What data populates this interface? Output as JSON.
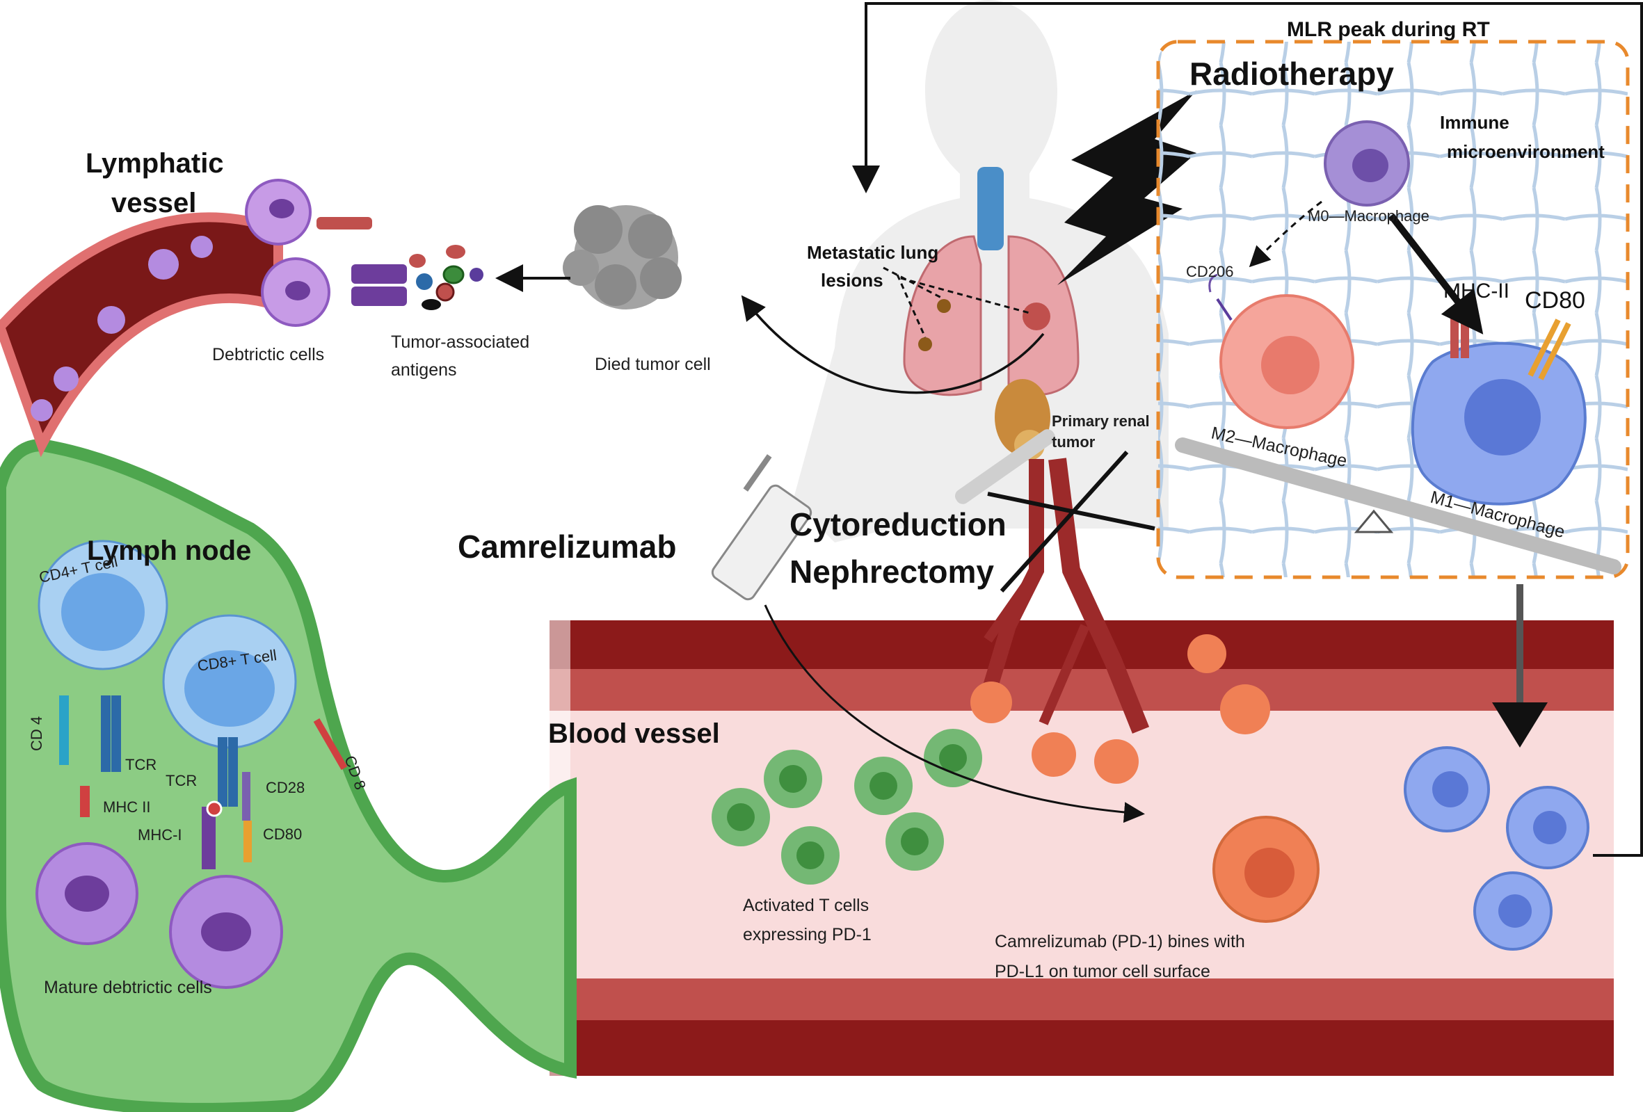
{
  "labels": {
    "lymphatic_vessel": [
      "Lymphatic",
      "vessel"
    ],
    "debtrictic_cells": "Debtrictic cells",
    "tumor_antigens": [
      "Tumor-associated",
      "antigens"
    ],
    "died_tumor_cell": "Died  tumor  cell",
    "lymph_node": "Lymph node",
    "cd4_t_cell": "CD4+ T cell",
    "cd8_t_cell": "CD8+ T cell",
    "cd4": "CD 4",
    "cd8": "CD 8",
    "tcr_left": "TCR",
    "tcr_right": "TCR",
    "mhc_ii_node": "MHC II",
    "mhc_i": "MHC-I",
    "cd28": "CD28",
    "cd80_node": "CD80",
    "mature_dc": "Mature debtrictic cells",
    "metastatic_lung": [
      "Metastatic lung",
      "lesions"
    ],
    "primary_renal": [
      "Primary renal",
      "tumor"
    ],
    "camrelizumab": "Camrelizumab",
    "cytoreduction": [
      "Cytoreduction",
      "Nephrectomy"
    ],
    "blood_vessel": "Blood vessel",
    "activated_t": [
      "Activated T cells",
      "expressing PD-1"
    ],
    "camrelizumab_binds": [
      "Camrelizumab (PD-1) bines with",
      "PD-L1 on tumor cell  surface"
    ],
    "mlr_peak": "MLR peak during RT",
    "radiotherapy": "Radiotherapy",
    "immune_micro": [
      "Immune",
      "microenvironment"
    ],
    "m0": "M0—Macrophage",
    "cd206": "CD206",
    "mhc_ii_box": "MHC-II",
    "cd80_box": "CD80",
    "m2": "M2—Macrophage",
    "m1": "M1—Macrophage"
  },
  "colors": {
    "dark_red": "#8c1a1a",
    "vessel_pink": "#f9dcdc",
    "lymph_green": "#5db35d",
    "lymph_green_light": "#8ccc84",
    "dashed_orange": "#e8892c",
    "purple": "#a58fd6",
    "blue_macrophage": "#7f9ee8",
    "tumor_orange": "#f08055",
    "green_tcell": "#74b874",
    "grey_tumor": "#9a9a9a"
  },
  "icons": [
    "lightning-bolt-icon",
    "syringe-icon",
    "scalpel-icon",
    "kidney-icon",
    "lungs-icon",
    "trachea-icon",
    "balance-scale-icon"
  ]
}
